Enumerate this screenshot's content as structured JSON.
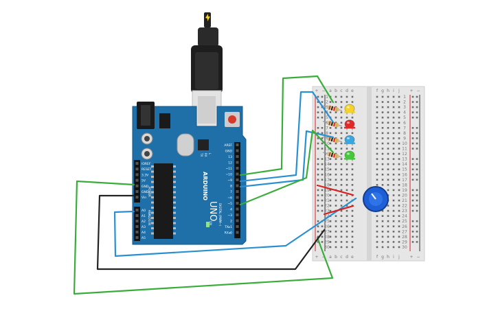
{
  "arduino": {
    "pin_labels_digital": [
      "AREF",
      "GND",
      "13",
      "12",
      "~11",
      "~10",
      "~9",
      "8",
      "7",
      "~6",
      "~5",
      "4",
      "~3",
      "2",
      "TX▸1",
      "RX◂0"
    ],
    "pin_labels_power": [
      "IOREF",
      "RESET",
      "3.3V",
      "5V",
      "GND",
      "GND",
      "Vin"
    ],
    "pin_labels_analog": [
      "A0",
      "A1",
      "A2",
      "A3",
      "A4",
      "A5"
    ],
    "power_header": "POWER",
    "analog_header": "ANALOG IN",
    "digital_header": "DIGITAL (PWM~)",
    "brand": "ARDUINO",
    "model": "UNO",
    "led_labels": [
      "L",
      "TX",
      "RX"
    ],
    "on_label": "ON"
  },
  "breadboard": {
    "col_letters_left": [
      "a",
      "b",
      "c",
      "d",
      "e"
    ],
    "col_letters_right": [
      "f",
      "g",
      "h",
      "i",
      "j"
    ],
    "rail_plus": "+",
    "rail_minus": "−",
    "row_numbers": [
      "1",
      "2",
      "3",
      "4",
      "5",
      "6",
      "7",
      "8",
      "9",
      "10",
      "11",
      "12",
      "13",
      "14",
      "15",
      "16",
      "17",
      "18",
      "19",
      "20",
      "21",
      "22",
      "23",
      "24",
      "25",
      "26",
      "27",
      "28",
      "29",
      "30"
    ]
  },
  "leds": [
    {
      "color": "#f5d42a",
      "name": "yellow"
    },
    {
      "color": "#e02a2a",
      "name": "red"
    },
    {
      "color": "#3aa7e0",
      "name": "blue"
    },
    {
      "color": "#46c83c",
      "name": "green"
    }
  ],
  "colors": {
    "board": "#1f6fa8",
    "wire_green": "#3aac3a",
    "wire_blue": "#2a8fd0",
    "wire_black": "#222222",
    "wire_red": "#d62020",
    "pot_body": "#1f5fd6"
  }
}
